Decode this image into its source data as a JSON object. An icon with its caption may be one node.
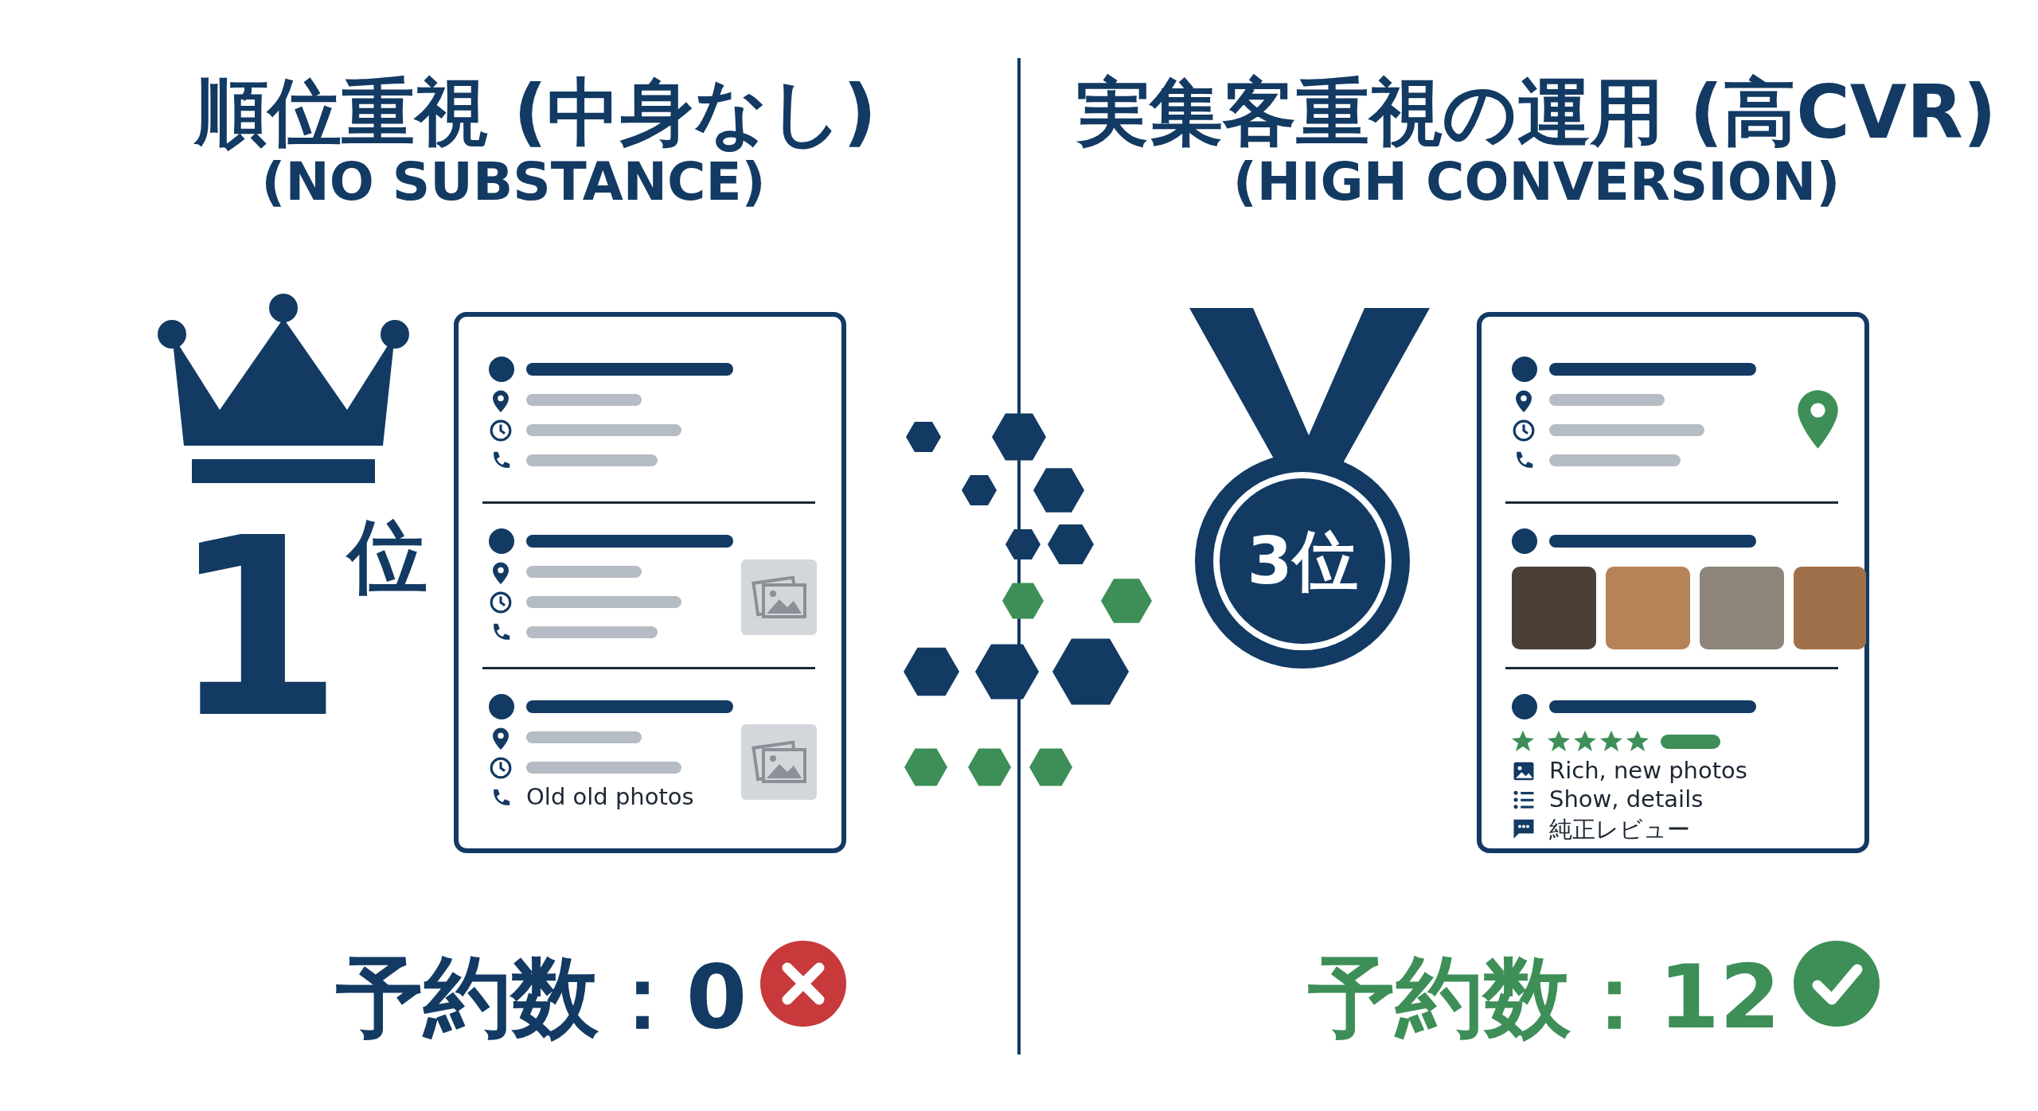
{
  "diagram": {
    "nodes": [
      {
        "text": [
          "Old old photos"
        ]
      },
      {
        "text": [
          "Rich, new photos",
          "Show, details",
          "純正レビュー"
        ]
      }
    ],
    "labels": [
      "順位重視 (中身なし)",
      "(NO SUBSTANCE)",
      "実集客重視の運用 (高CVR)",
      "(HIGH CONVERSION)",
      "1位",
      "3位",
      "予約数：0",
      "予約数：12"
    ]
  }
}
